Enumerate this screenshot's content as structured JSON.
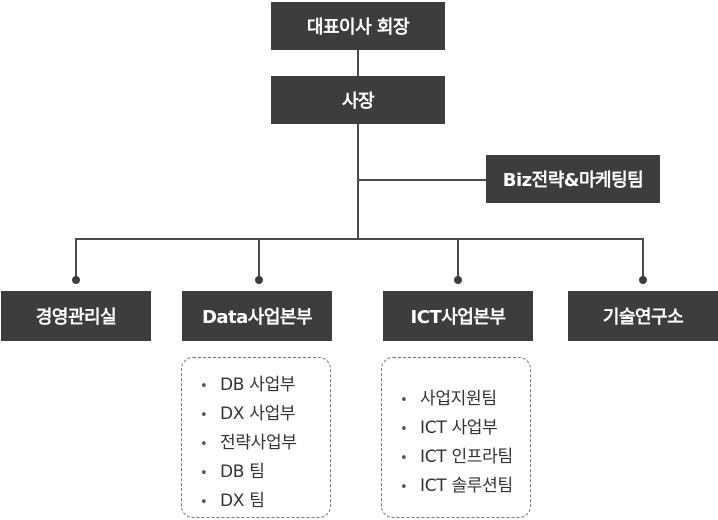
{
  "chart": {
    "ceo": "대표이사 회장",
    "president": "사장",
    "staff_team": "Biz전략&마케팅팀",
    "divisions": [
      {
        "label": "경영관리실"
      },
      {
        "label": "Data사업본부",
        "teams": [
          "DB 사업부",
          "DX 사업부",
          "전략사업부",
          "DB 팀",
          "DX 팀"
        ]
      },
      {
        "label": "ICT사업본부",
        "teams": [
          "사업지원팀",
          "ICT 사업부",
          "ICT 인프라팀",
          "ICT 솔루션팀"
        ]
      },
      {
        "label": "기술연구소"
      }
    ]
  },
  "colors": {
    "box": "#3d3d3d",
    "line": "#4a4a4a",
    "text_on_box": "#ffffff"
  }
}
